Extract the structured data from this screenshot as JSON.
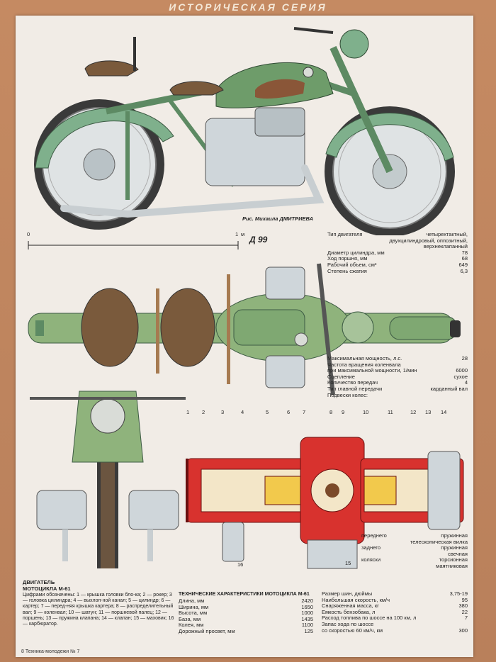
{
  "header": {
    "series_title": "ИСТОРИЧЕСКАЯ СЕРИЯ"
  },
  "credit": "Рис. Михаила ДМИТРИЕВА",
  "scale": {
    "start": "0",
    "end": "1",
    "unit": "м",
    "signature": "Д 99"
  },
  "spec_top": [
    {
      "label": "Тип двигателя",
      "value": "четырехтактный,"
    },
    {
      "label": "",
      "value": "двухцилиндровый, оппозитный,"
    },
    {
      "label": "",
      "value": "верхнеклапанный"
    },
    {
      "label": "Диаметр цилиндра, мм",
      "value": "78"
    },
    {
      "label": "Ход поршня, мм",
      "value": "68"
    },
    {
      "label": "Рабочий объем, см³",
      "value": "649"
    },
    {
      "label": "Степень сжатия",
      "value": "6,3"
    }
  ],
  "spec_mid": [
    {
      "label": "Максимальная мощность, л.с.",
      "value": "28"
    },
    {
      "label": "Частота вращения коленвала",
      "value": ""
    },
    {
      "label": "при максимальной мощности, 1/мин",
      "value": "6000"
    },
    {
      "label": "Сцепление",
      "value": "сухое"
    },
    {
      "label": "Количество передач",
      "value": "4"
    },
    {
      "label": "Тип главной передачи",
      "value": "карданный вал"
    },
    {
      "label": "Подвески колес:",
      "value": ""
    }
  ],
  "spec_susp": [
    {
      "label": "переднего",
      "value": "пружинная"
    },
    {
      "label": "",
      "value": "телескопическая вилка"
    },
    {
      "label": "заднего",
      "value": "пружинная"
    },
    {
      "label": "",
      "value": "свечная"
    },
    {
      "label": "коляски",
      "value": "торсионная"
    },
    {
      "label": "",
      "value": "маятниковая"
    }
  ],
  "tech_title": "ТЕХНИЧЕСКИЕ ХАРАКТЕРИСТИКИ МОТОЦИКЛА М-61",
  "tech_left": [
    {
      "label": "Длина, мм",
      "value": "2420"
    },
    {
      "label": "Ширина, мм",
      "value": "1650"
    },
    {
      "label": "Высота, мм",
      "value": "1000"
    },
    {
      "label": "База, мм",
      "value": "1435"
    },
    {
      "label": "Колея, мм",
      "value": "1100"
    },
    {
      "label": "Дорожный просвет, мм",
      "value": "125"
    }
  ],
  "tech_right": [
    {
      "label": "Размер шин, дюймы",
      "value": "3,75-19"
    },
    {
      "label": "Наибольшая скорость, км/ч",
      "value": "95"
    },
    {
      "label": "Снаряженная масса, кг",
      "value": "380"
    },
    {
      "label": "Емкость бензобака, л",
      "value": "22"
    },
    {
      "label": "Расход топлива по шоссе на 100 км, л",
      "value": "7"
    },
    {
      "label": "Запас хода по шоссе",
      "value": ""
    },
    {
      "label": "со скоростью 60 км/ч, км",
      "value": "300"
    }
  ],
  "engine_caption": {
    "title1": "ДВИГАТЕЛЬ",
    "title2": "МОТОЦИКЛА М-61",
    "body": "Цифрами обозначены: 1 — крышка головки бло-ка; 2 — рокер; 3 — головка цилиндра; 4 — выхлоп-ной канал; 5 — цилиндр; 6 — картер; 7 — перед-няя крышка картера; 8 — распределительный вал; 9 — коленвал; 10 — шатун; 11 — поршневой палец; 12 — поршень; 13 — пружина клапана; 14 — клапан; 15 — маховик; 16 — карбюратор."
  },
  "callouts": [
    "1",
    "2",
    "3",
    "4",
    "5",
    "6",
    "7",
    "8",
    "9",
    "10",
    "11",
    "12",
    "13",
    "14",
    "15",
    "16"
  ],
  "footer": "8 Техника-молодежи № 7",
  "colors": {
    "frame_green": "#7fb08c",
    "tank_green": "#6e9c6a",
    "engine_red": "#d8322e",
    "paper": "#f1ece6",
    "border": "#b9805b"
  }
}
